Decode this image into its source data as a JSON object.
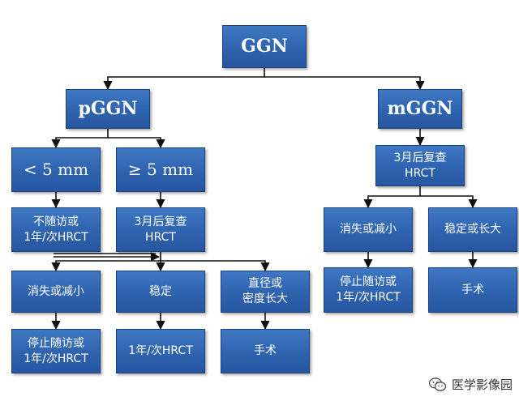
{
  "diagram": {
    "nodes": {
      "ggn": "GGN",
      "pggn": "pGGN",
      "mggn": "mGGN",
      "lt5": "< 5 mm",
      "ge5": "≥ 5 mm",
      "no_followup": "不随访或\n1年/次HRCT",
      "p_recheck": "3月后复查\nHRCT",
      "m_recheck": "3月后复查\nHRCT",
      "p_vanish": "消失或减小",
      "p_stable": "稳定",
      "p_grow": "直径或\n密度长大",
      "p_stop": "停止随访或\n1年/次HRCT",
      "p_annual": "1年/次HRCT",
      "p_surgery": "手术",
      "m_vanish": "消失或减小",
      "m_stable": "稳定或长大",
      "m_stop": "停止随访或\n1年/次HRCT",
      "m_surgery": "手术"
    }
  },
  "watermark": {
    "icon": "wechat-icon",
    "text": "医学影像园"
  },
  "colors": {
    "node_fill": "#2f64b0",
    "node_border": "#1d3f7a",
    "line": "#111111"
  }
}
